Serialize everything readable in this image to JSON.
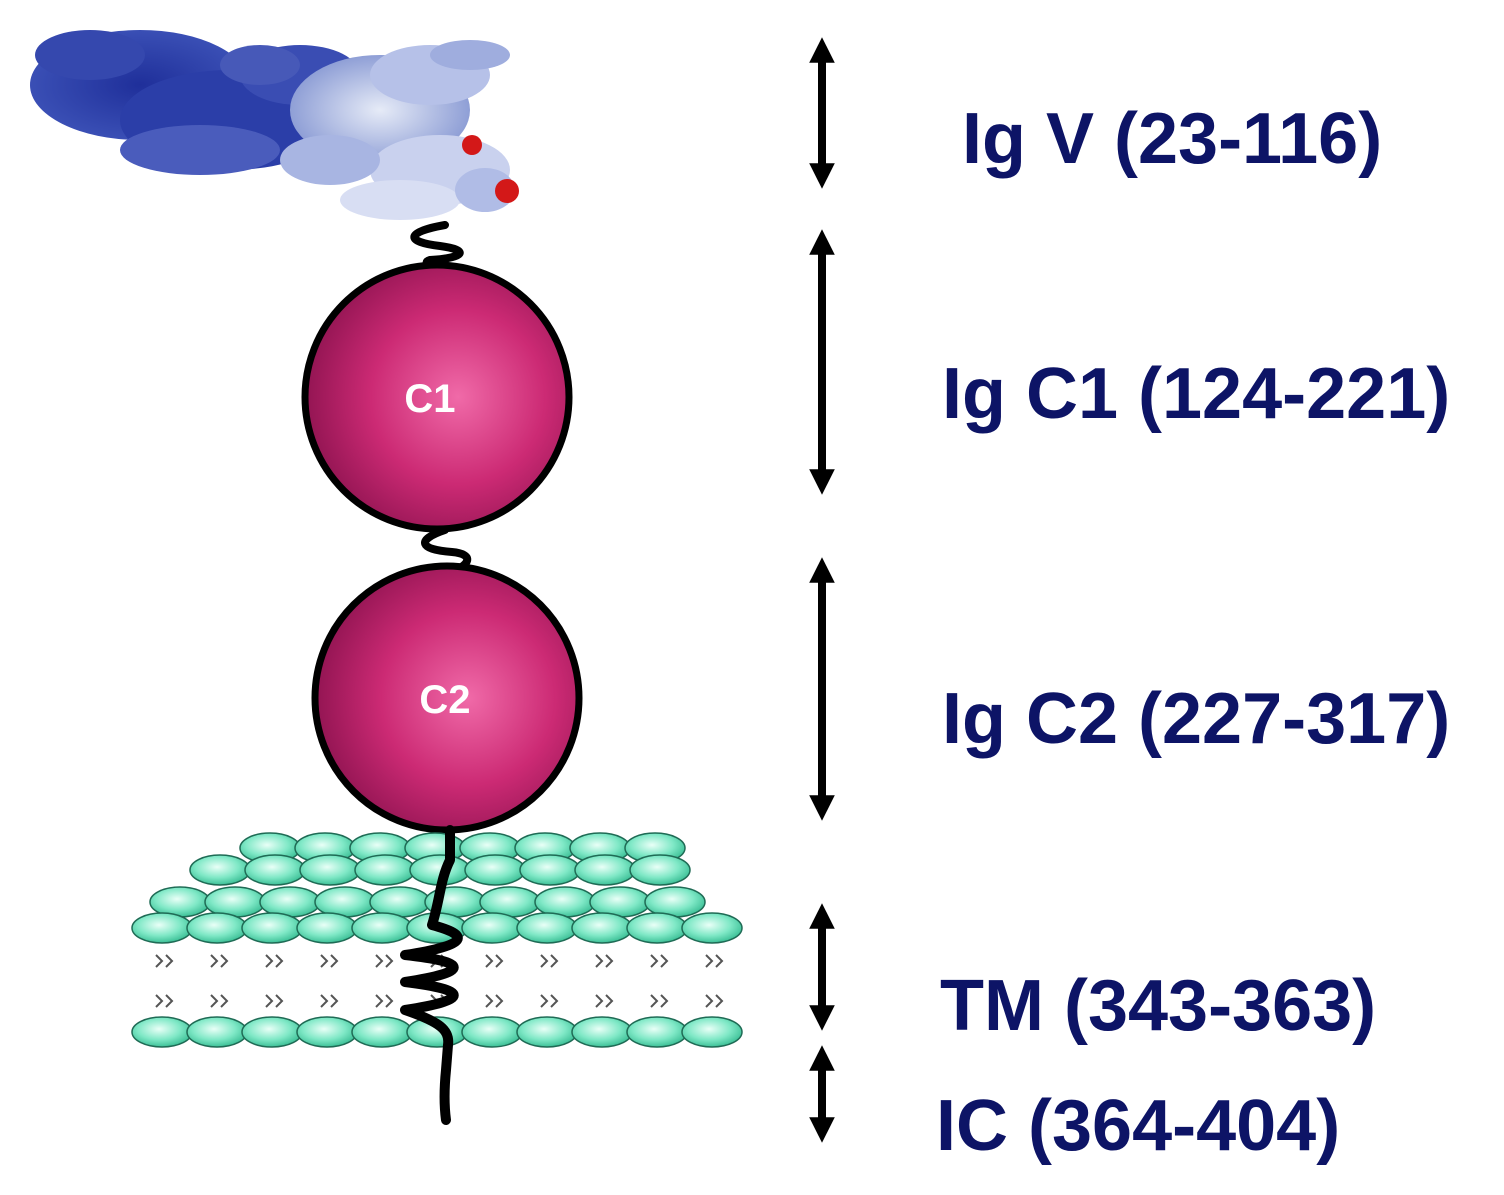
{
  "domains": {
    "ig_v": "Ig V (23-116)",
    "ig_c1": "Ig C1 (124-221)",
    "ig_c2": "Ig C2 (227-317)",
    "tm": "TM (343-363)",
    "ic": "IC (364-404)"
  },
  "circles": {
    "c1": "C1",
    "c2": "C2"
  },
  "colors": {
    "label_text": "#0d1466",
    "circle_fill": "#c8256f",
    "circle_highlight": "#ee5aa0",
    "membrane_head": "#5fe0b8",
    "arrow": "#000000"
  }
}
